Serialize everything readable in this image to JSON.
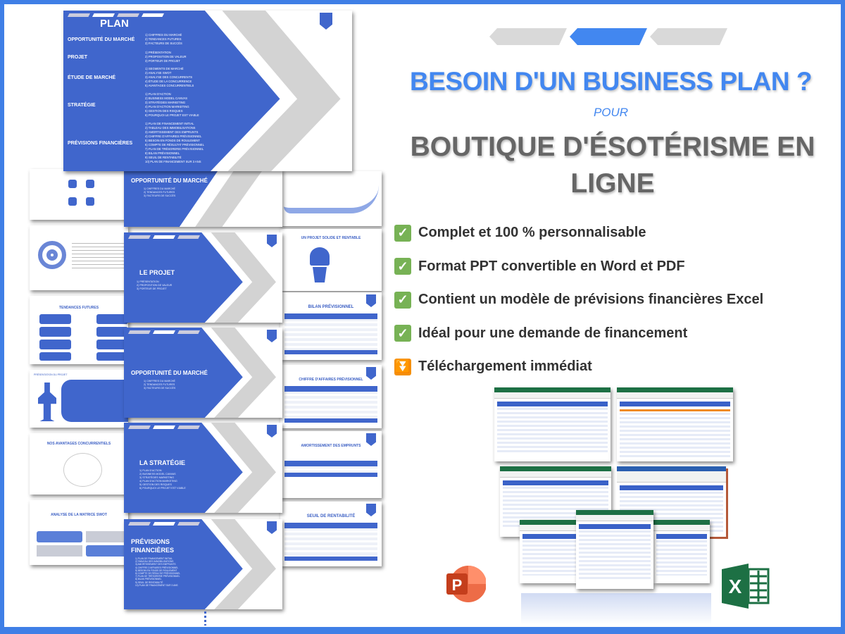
{
  "plan": {
    "title": "PLAN",
    "sections": [
      {
        "label": "OPPORTUNITÉ DU MARCHÉ",
        "items": [
          "1) CHIFFRES DU MARCHÉ",
          "2) TENDANCES FUTURES",
          "3) FACTEURS DE SUCCÈS"
        ]
      },
      {
        "label": "PROJET",
        "items": [
          "1) PRÉSENTATION",
          "2) PROPOSITION DE VALEUR",
          "3) PORTEUR DE PROJET"
        ]
      },
      {
        "label": "ÉTUDE DE MARCHÉ",
        "items": [
          "1) SEGMENTS DE MARCHÉ",
          "2) ANALYSE SWOT",
          "3) ANALYSE DES CONCURRENTS",
          "4) ÉTUDE DE LA CONCURRENCE",
          "5) AVANTAGES CONCURRENTIELS"
        ]
      },
      {
        "label": "STRATÉGIE",
        "items": [
          "1) PLAN D'ACTION",
          "2) BUSINESS MODEL CANVAS",
          "3) STRATÉGIES MARKETING",
          "4) PLAN D'ACTION MARKETING",
          "5) GESTION DES RISQUES",
          "6) POURQUOI LE PROJET EST VIABLE"
        ]
      },
      {
        "label": "PRÉVISIONS FINANCIÈRES",
        "items": [
          "1) PLAN DE FINANCEMENT INITIAL",
          "2) TABLEAU DES IMMOBILISATIONS",
          "3) AMORTISSEMENT DES EMPRUNTS",
          "4) CHIFFRE D'AFFAIRES PRÉVISIONNEL",
          "5) BESOIN EN FONDS DE ROULEMENT",
          "6) COMPTE DE RÉSULTAT PRÉVISIONNEL",
          "7) PLAN DE TRÉSORERIE PRÉVISIONNEL",
          "8) BILAN PRÉVISIONNEL",
          "9) SEUIL DE RENTABILITÉ",
          "10) PLAN DE FINANCEMENT SUR 3 ANS"
        ]
      }
    ]
  },
  "section_slides": [
    "OPPORTUNITÉ DU MARCHÉ",
    "LE PROJET",
    "OPPORTUNITÉ DU MARCHÉ",
    "LA STRATÉGIE",
    "PRÉVISIONS FINANCIÈRES"
  ],
  "left_slides": [
    "TENDANCES FUTURES",
    "PRÉSENTATION DU PROJET",
    "NOS AVANTAGES CONCURRENTIELS",
    "ANALYSE DE LA MATRICE SWOT"
  ],
  "right_slides": [
    "UN PROJET SOLIDE ET RENTABLE",
    "BILAN PRÉVISIONNEL",
    "CHIFFRE D'AFFAIRES PRÉVISIONNEL",
    "AMORTISSEMENT DES EMPRUNTS",
    "SEUIL DE RENTABILITÉ"
  ],
  "headline": "BESOIN D'UN BUSINESS PLAN ?",
  "pour": "POUR",
  "subject": "BOUTIQUE D'ÉSOTÉRISME EN LIGNE",
  "features": [
    {
      "icon": "check-mark-icon",
      "text": "Complet et 100 % personnalisable"
    },
    {
      "icon": "check-mark-icon",
      "text": "Format PPT convertible en Word et PDF"
    },
    {
      "icon": "check-mark-icon",
      "text": "Contient un modèle de prévisions financières Excel"
    },
    {
      "icon": "check-mark-icon",
      "text": "Idéal pour une demande de financement"
    },
    {
      "icon": "download-arrow-icon",
      "text": "Téléchargement immédiat"
    }
  ],
  "colors": {
    "brand_blue": "#4287f0",
    "slide_blue": "#4066cc",
    "check_green": "#77b255",
    "download_orange": "#f4900c",
    "frame": "#3f7fe6"
  }
}
